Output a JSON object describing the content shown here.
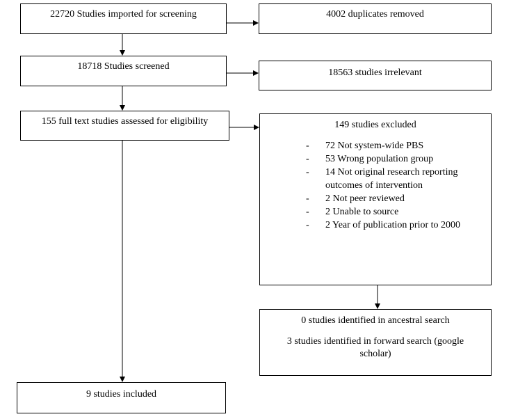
{
  "imported": "22720 Studies imported for screening",
  "duplicates": "4002 duplicates removed",
  "screened": "18718 Studies screened",
  "irrelevant": "18563 studies irrelevant",
  "fulltext": "155 full text studies assessed for eligibility",
  "excluded": {
    "title": "149 studies excluded",
    "dash": "-",
    "items": [
      "72 Not system-wide PBS",
      "53 Wrong population group",
      "14 Not original research reporting outcomes of intervention",
      "2 Not peer reviewed",
      "2 Unable to source",
      "2 Year of publication prior to 2000"
    ]
  },
  "search": {
    "ancestral": "0 studies identified in ancestral search",
    "forward": "3 studies identified in forward search (google scholar)"
  },
  "included": "9 studies included"
}
